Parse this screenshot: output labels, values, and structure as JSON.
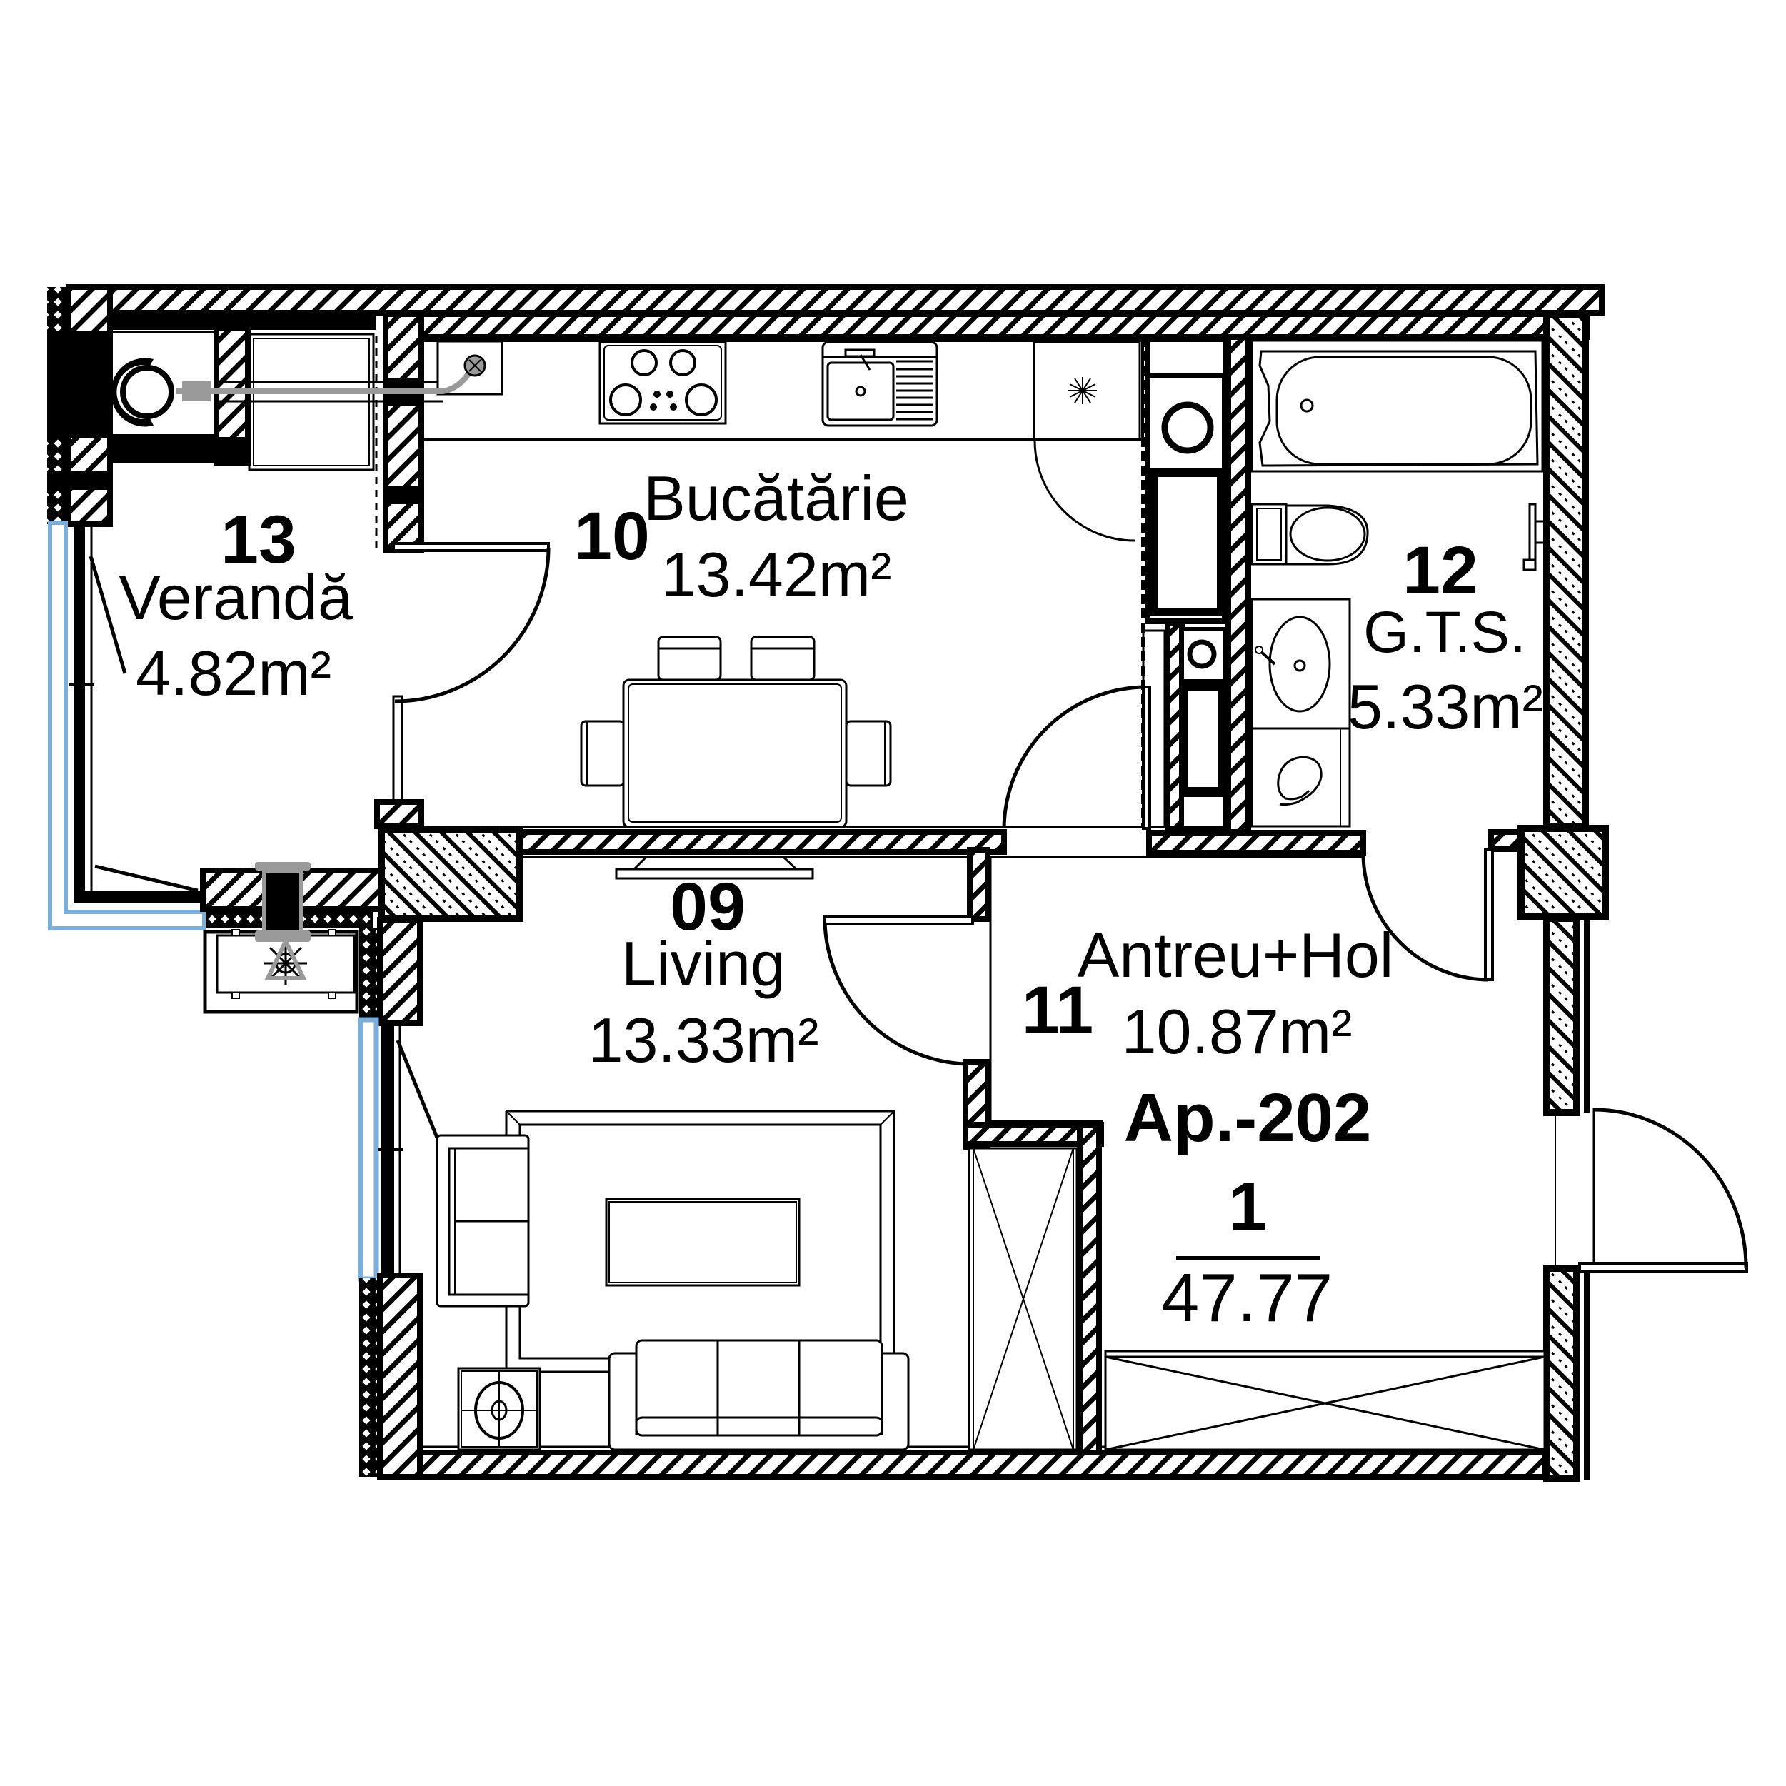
{
  "plan": {
    "apartment_label": "Ap.-202",
    "rooms_count": "1",
    "total_area": "47.77",
    "colors": {
      "walls": "#000000",
      "background": "#ffffff",
      "window_glass": "#7aaedc",
      "pipes": "#9a9a9a"
    }
  },
  "rooms": [
    {
      "number": "13",
      "name": "Verandă",
      "area": "4.82m²"
    },
    {
      "number": "10",
      "name": "Bucătărie",
      "area": "13.42m²"
    },
    {
      "number": "12",
      "name": "G.T.S.",
      "area": "5.33m²"
    },
    {
      "number": "09",
      "name": "Living",
      "area": "13.33m²"
    },
    {
      "number": "11",
      "name": "Antreu+Hol",
      "area": "10.87m²"
    }
  ],
  "fixtures": {
    "veranda": [
      "boiler",
      "ac-outdoor-unit"
    ],
    "kitchen": [
      "hood",
      "hob",
      "sink",
      "fridge",
      "dining-table",
      "chairs"
    ],
    "bathroom": [
      "bathtub",
      "toilet",
      "washbasin",
      "bidet",
      "towel-rail",
      "washing-machine"
    ],
    "living": [
      "tv",
      "rug",
      "armchair",
      "coffee-table",
      "sofa",
      "side-table-lamp",
      "wardrobe"
    ],
    "hall": [
      "wardrobe"
    ]
  }
}
